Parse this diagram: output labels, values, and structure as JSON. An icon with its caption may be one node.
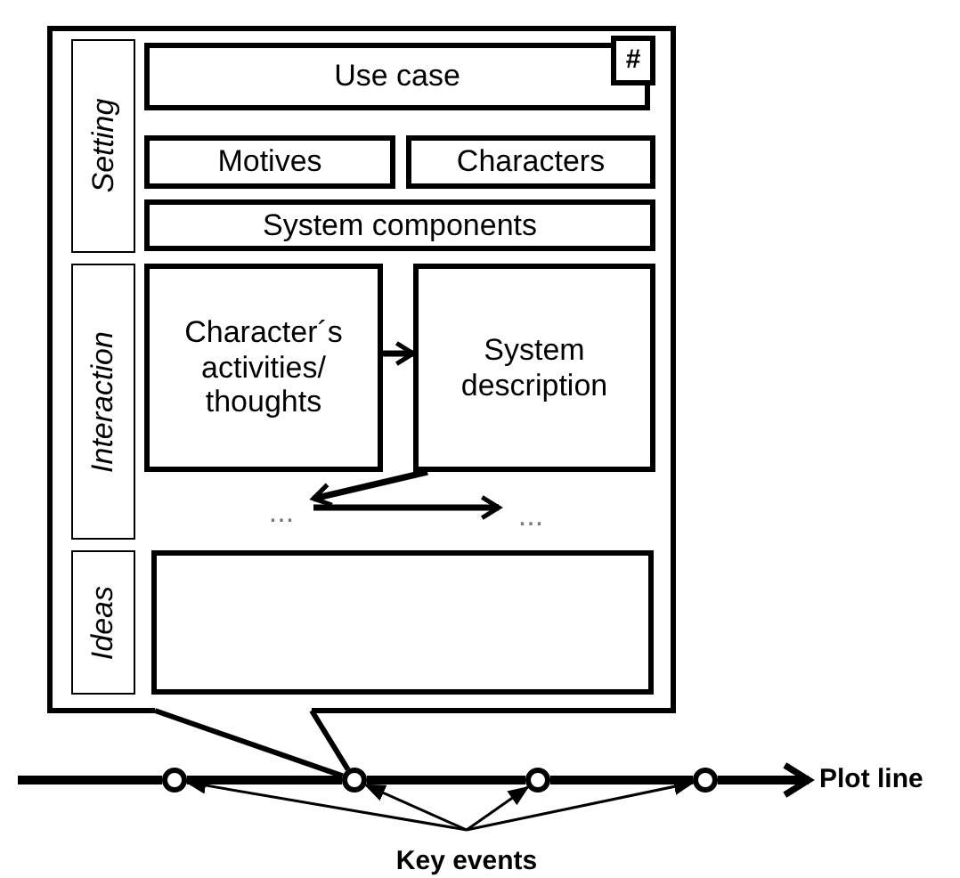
{
  "diagram": {
    "nodes": [
      {
        "text": [],
        "shape": "box"
      },
      {
        "text": [
          "Setting"
        ],
        "in": 0
      },
      {
        "text": [
          "Use case"
        ],
        "in": 0
      },
      {
        "text": [
          "#"
        ],
        "in": 0
      },
      {
        "text": [
          "Motives"
        ],
        "in": 0
      },
      {
        "text": [
          "Characters"
        ],
        "in": 0
      },
      {
        "text": [
          "System components"
        ],
        "in": 0
      },
      {
        "text": [
          "Interaction"
        ],
        "in": 0
      },
      {
        "text": [
          "Character´s activities/ thoughts"
        ],
        "in": 0
      },
      {
        "text": [
          "System description"
        ],
        "in": 0
      },
      {
        "text": [
          "..."
        ],
        "in": 0
      },
      {
        "text": [
          "..."
        ],
        "in": 0
      },
      {
        "text": [
          "Ideas"
        ],
        "in": 0
      },
      {
        "text": [],
        "shape": "box",
        "in": 0
      },
      {
        "text": [],
        "shape": "circle"
      },
      {
        "text": [],
        "shape": "circle"
      },
      {
        "text": [],
        "shape": "circle"
      },
      {
        "text": [],
        "shape": "circle"
      },
      {
        "text": [
          "Key events"
        ]
      },
      {
        "text": [
          "Plot line"
        ]
      }
    ],
    "edges": [
      {
        "from": 8,
        "to": 9,
        "arrow": "to"
      },
      {
        "from": 9,
        "to": 10,
        "arrow": "to"
      },
      {
        "from": 10,
        "to": 11,
        "arrow": "to"
      },
      {
        "from": 0,
        "to": 15,
        "arrow": "none"
      },
      {
        "from": null,
        "to": 14,
        "arrow": "none"
      },
      {
        "from": 14,
        "to": 15,
        "arrow": "none"
      },
      {
        "from": 15,
        "to": 16,
        "arrow": "none"
      },
      {
        "from": 16,
        "to": 17,
        "arrow": "none"
      },
      {
        "from": 17,
        "to": 19,
        "arrow": "to"
      },
      {
        "from": 18,
        "to": 14,
        "arrow": "to"
      },
      {
        "from": 18,
        "to": 15,
        "arrow": "to"
      },
      {
        "from": 18,
        "to": 16,
        "arrow": "to"
      },
      {
        "from": 18,
        "to": 17,
        "arrow": "to"
      }
    ]
  }
}
